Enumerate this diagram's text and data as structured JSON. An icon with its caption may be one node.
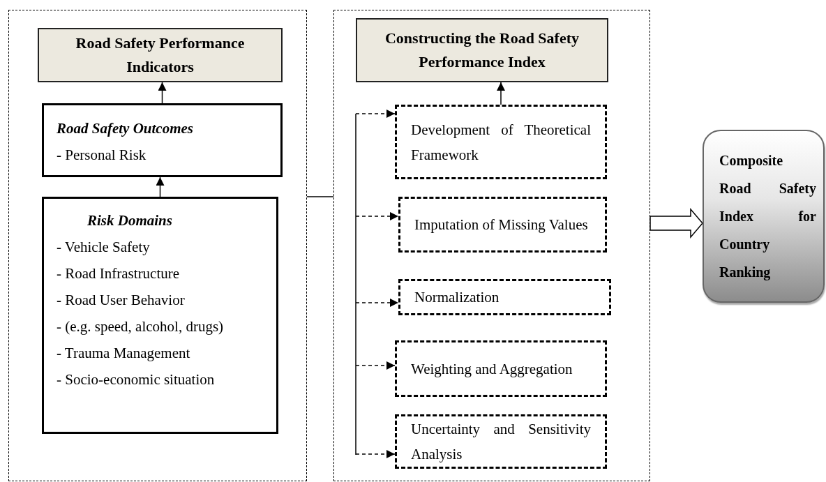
{
  "diagram": {
    "nodes": [
      {
        "text": [],
        "shape": "box"
      },
      {
        "text": [
          "Road Safety Performance Indicators"
        ],
        "in": 0
      },
      {
        "text": [
          "Road Safety Outcomes",
          "- Personal Risk"
        ],
        "in": 0
      },
      {
        "text": [
          "Risk Domains",
          "- Vehicle Safety",
          "- Road Infrastructure",
          "- Road User Behavior",
          "- (e.g. speed, alcohol, drugs)",
          "- Trauma Management",
          "- Socio-economic situation"
        ],
        "in": 0
      },
      {
        "text": [],
        "shape": "box"
      },
      {
        "text": [
          "Constructing the Road Safety Performance Index"
        ],
        "in": 4
      },
      {
        "text": [
          "Development of Theoretical Framework"
        ],
        "in": 4
      },
      {
        "text": [
          "Imputation of Missing Values"
        ],
        "in": 4
      },
      {
        "text": [
          "Normalization"
        ],
        "in": 4
      },
      {
        "text": [
          "Weighting and Aggregation"
        ],
        "in": 4
      },
      {
        "text": [
          "Uncertainty and Sensitivity Analysis"
        ],
        "in": 4
      },
      {
        "text": [
          "Composite Road Safety Index for Country Ranking"
        ]
      }
    ],
    "edges": [
      {
        "from": 3,
        "to": 2,
        "arrow": "to"
      },
      {
        "from": 2,
        "to": 1,
        "arrow": "to"
      },
      {
        "from": 6,
        "to": 5,
        "arrow": "to"
      },
      {
        "from": 0,
        "to": 4,
        "arrow": "none"
      },
      {
        "from": null,
        "to": 6,
        "arrow": "to",
        "style": "dashed"
      },
      {
        "from": null,
        "to": 7,
        "arrow": "to",
        "style": "dashed"
      },
      {
        "from": null,
        "to": 8,
        "arrow": "to",
        "style": "dashed"
      },
      {
        "from": null,
        "to": 9,
        "arrow": "to",
        "style": "dashed"
      },
      {
        "from": null,
        "to": 10,
        "arrow": "to",
        "style": "dashed"
      },
      {
        "from": 4,
        "to": 11,
        "arrow": "to",
        "style": "thick"
      }
    ]
  }
}
